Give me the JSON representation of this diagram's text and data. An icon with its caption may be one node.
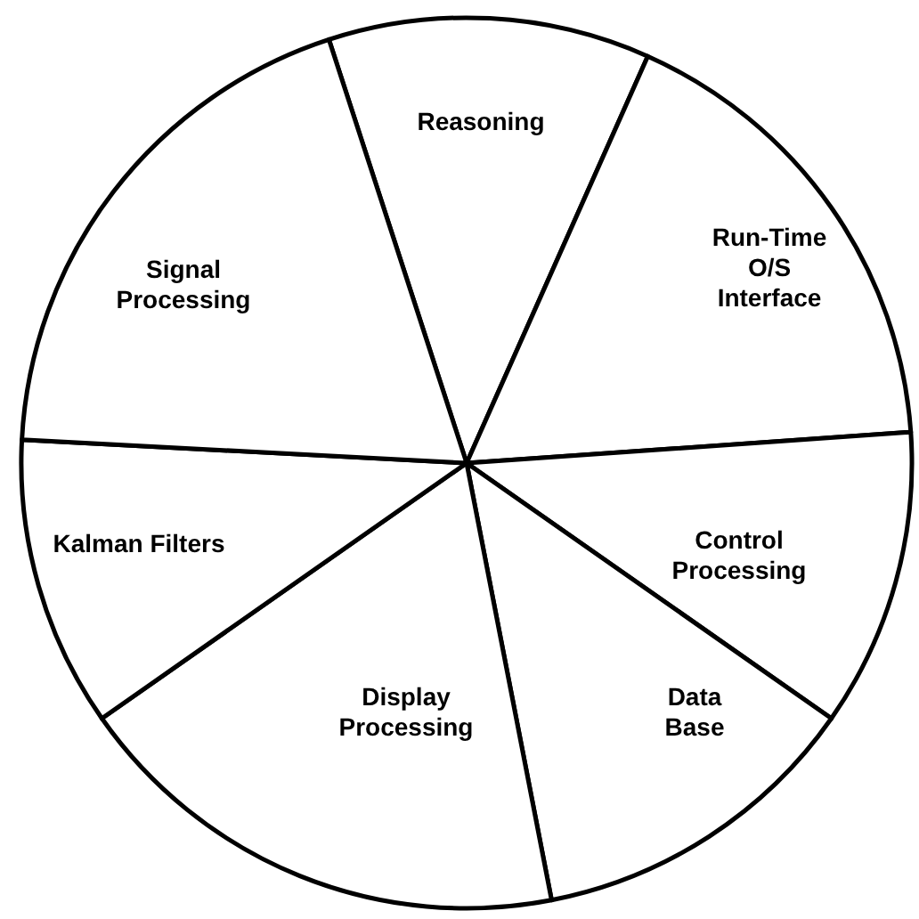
{
  "diagram": {
    "nodes": [
      {
        "text": [
          "Reasoning"
        ]
      },
      {
        "text": [
          "Run-Time O/S Interface"
        ]
      },
      {
        "text": [
          "Control Processing"
        ]
      },
      {
        "text": [
          "Data Base"
        ]
      },
      {
        "text": [
          "Display Processing"
        ]
      },
      {
        "text": [
          "Kalman Filters"
        ]
      },
      {
        "text": [
          "Signal Processing"
        ]
      }
    ]
  }
}
